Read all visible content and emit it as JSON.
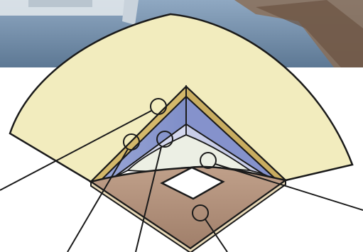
{
  "figure": {
    "labels": [],
    "callouts": [
      {
        "id": "outer-layer"
      },
      {
        "id": "blue-layer-left"
      },
      {
        "id": "blue-layer-center"
      },
      {
        "id": "inner-layer"
      },
      {
        "id": "base-layer"
      }
    ]
  }
}
